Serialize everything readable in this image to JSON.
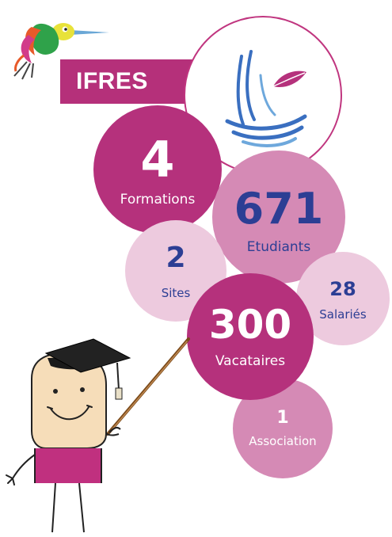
{
  "banner": {
    "title": "IFRES"
  },
  "stats": {
    "formations": {
      "value": "4",
      "label": "Formations"
    },
    "etudiants": {
      "value": "671",
      "label": "Etudiants"
    },
    "sites": {
      "value": "2",
      "label": "Sites"
    },
    "salaries": {
      "value": "28",
      "label": "Salariés"
    },
    "vacataires": {
      "value": "300",
      "label": "Vacataires"
    },
    "association": {
      "value": "1",
      "label": "Association"
    }
  },
  "colors": {
    "magenta": "#b5317c",
    "pink": "#d58ab5",
    "light_pink": "#edcade",
    "blue_text": "#2c3e94",
    "logo_blue": "#3a6fc0"
  },
  "icons": [
    "hummingbird-icon",
    "ifres-logo-icon",
    "teacher-character-icon",
    "pointer-stick-icon"
  ]
}
